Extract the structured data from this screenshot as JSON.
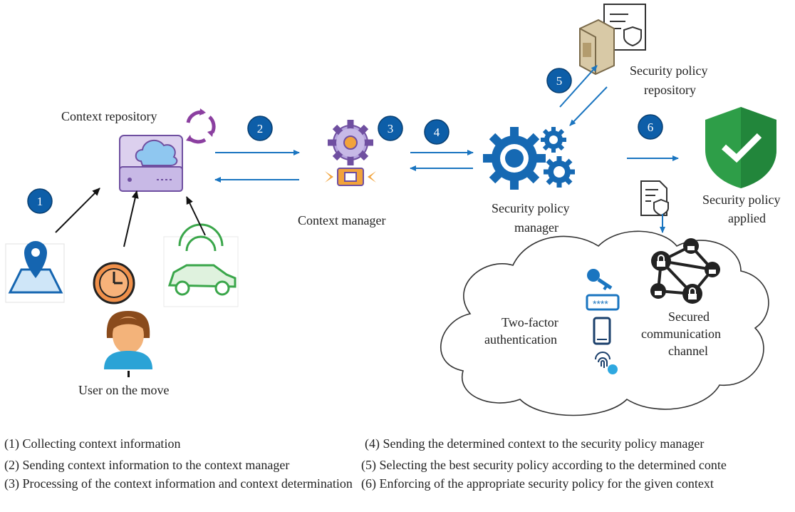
{
  "nodes": {
    "context_repository": "Context repository",
    "context_manager": "Context manager",
    "security_policy_manager": [
      "Security policy",
      "manager"
    ],
    "security_policy_repository": [
      "Security policy",
      "repository"
    ],
    "security_policy_applied": [
      "Security policy",
      "applied"
    ],
    "two_factor": [
      "Two-factor",
      "authentication"
    ],
    "secured_channel": [
      "Secured",
      "communication",
      "channel"
    ],
    "user": "User on the move"
  },
  "steps": [
    "1",
    "2",
    "3",
    "4",
    "5",
    "6"
  ],
  "icons": [
    "location-map-icon",
    "clock-icon",
    "user-avatar-icon",
    "connected-car-icon",
    "cloud-server-icon",
    "sync-arrows-icon",
    "gear-chip-icon",
    "gears-icon",
    "server-certificate-icon",
    "shield-check-icon",
    "policy-document-icon",
    "network-lock-icon",
    "key-icon",
    "password-field-icon",
    "smartphone-icon",
    "fingerprint-icon"
  ],
  "colors": {
    "arrow": "#1a75c0",
    "step_badge": "#0d5ea8",
    "gear": "#1669b3",
    "shield": "#2e9e48",
    "sync": "#8b3fa0",
    "clock": "#f0904a",
    "car": "#3aa64a"
  },
  "legend": {
    "left": [
      "(1) Collecting context information",
      "(2) Sending context information to the context manager",
      "(3) Processing of the context information and context determination"
    ],
    "right": [
      "(4) Sending the determined context to the security policy manager",
      "(5) Selecting the best security policy according to the determined conte",
      "(6) Enforcing of the appropriate security policy for the given context"
    ]
  }
}
